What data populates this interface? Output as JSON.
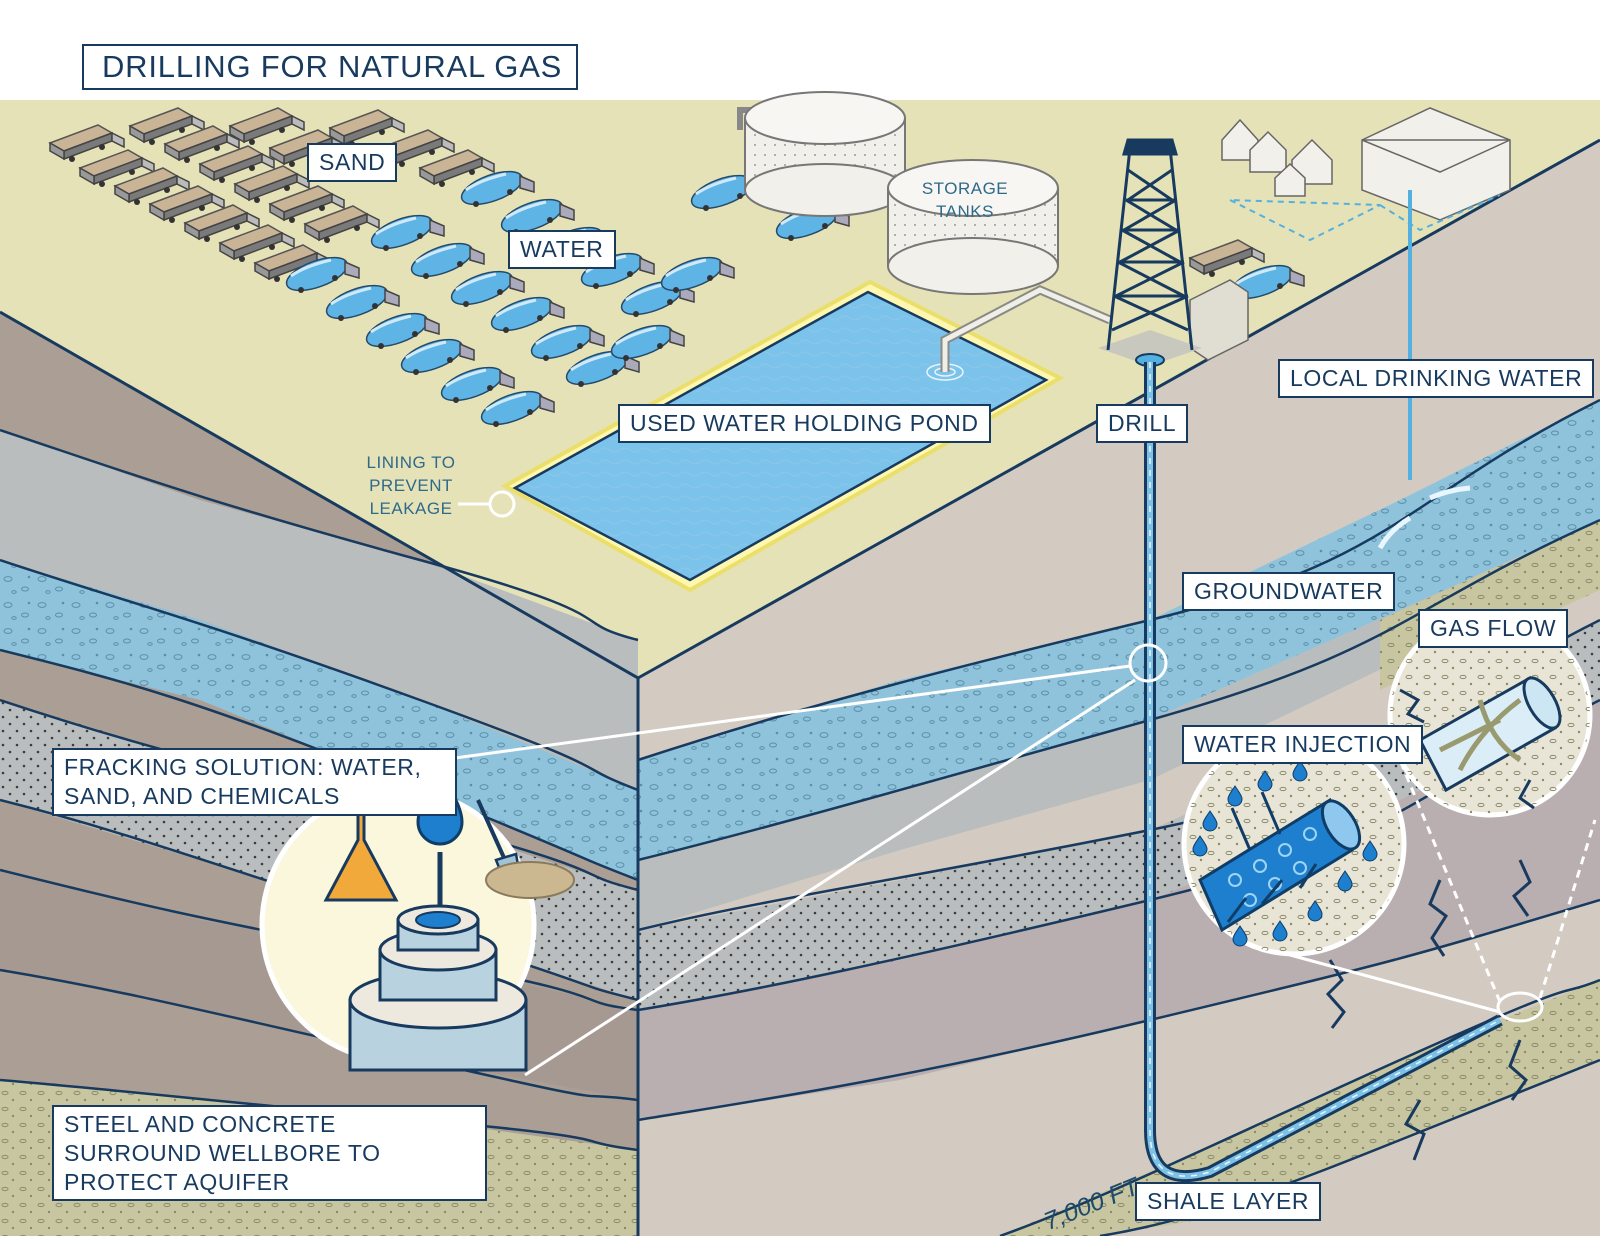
{
  "title": "DRILLING FOR NATURAL GAS",
  "labels": {
    "sand": "SAND",
    "water": "WATER",
    "storage_tanks_line1": "STORAGE",
    "storage_tanks_line2": "TANKS",
    "holding_pond": "USED WATER HOLDING POND",
    "drill": "DRILL",
    "local_drinking_water": "LOCAL DRINKING WATER",
    "lining_line1": "LINING TO",
    "lining_line2": "PREVENT",
    "lining_line3": "LEAKAGE",
    "groundwater": "GROUNDWATER",
    "gas_flow": "GAS FLOW",
    "water_injection": "WATER INJECTION",
    "fracking_solution": "FRACKING SOLUTION: WATER, SAND, AND CHEMICALS",
    "steel_concrete": "STEEL AND CONCRETE SURROUND WELLBORE TO PROTECT AQUIFER",
    "depth": "7,000 FT",
    "shale_layer": "SHALE LAYER"
  },
  "colors": {
    "ground_surface": "#e6e2b8",
    "aquifer": "#8fc3dc",
    "grey_layer": "#b9bdbd",
    "brown_layer": "#ab9f95",
    "shale": "#b9aeb0",
    "outline": "#173a5e",
    "water_blue": "#4aa6de"
  },
  "icons": [
    "sand-truck-icon",
    "water-truck-icon",
    "storage-tank-icon",
    "drill-rig-icon",
    "house-icon",
    "flask-icon",
    "water-drop-icon",
    "shovel-icon",
    "wellbore-casing-icon"
  ]
}
